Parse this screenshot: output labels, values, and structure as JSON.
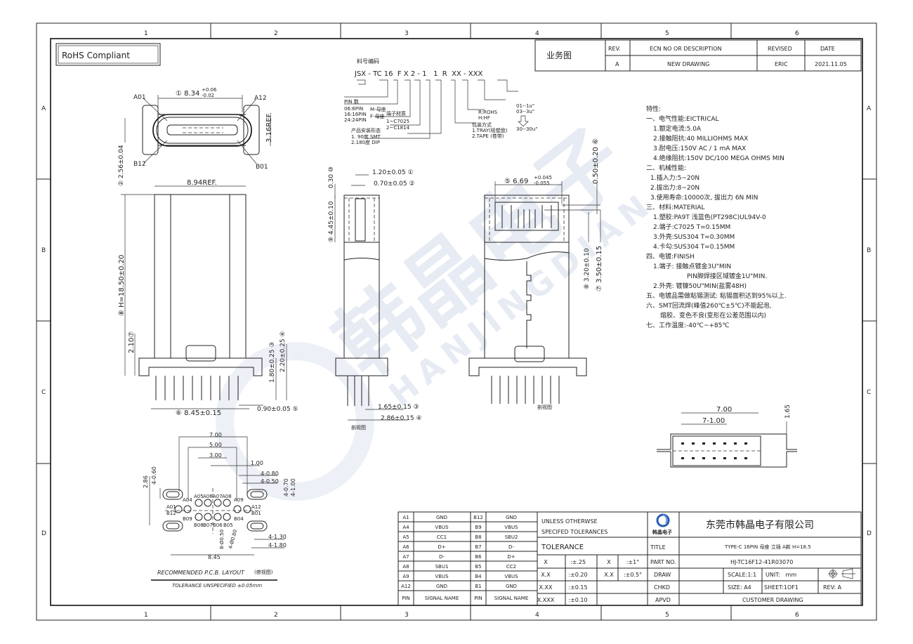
{
  "frame": {
    "columns": [
      "1",
      "2",
      "3",
      "4",
      "5",
      "6"
    ],
    "rows": [
      "A",
      "B",
      "C",
      "D"
    ]
  },
  "rohs": "RoHS Compliant",
  "header": {
    "doc_type": "业务图",
    "rev_table": {
      "headers": [
        "REV.",
        "ECN NO OR DESCRIPTION",
        "REVISED",
        "DATE"
      ],
      "row": [
        "A",
        "NEW DRAWING",
        "ERIC",
        "2021.11.05"
      ]
    }
  },
  "part_code": {
    "title": "料号编码",
    "code": "JSX - TC 16  F X 2 - 1   1  R  XX - XXX",
    "notes": {
      "pin_title": "PIN 数",
      "pin_opts": [
        "06:6PIN",
        "16:16PIN",
        "24:24PIN"
      ],
      "fx": [
        "M-母座",
        "F-母座"
      ],
      "material_title": "端子材质",
      "material_opts": [
        "1~C7025",
        "2~C1814"
      ],
      "mount_title": "产品安装形态",
      "mount_opts": [
        "1. 90度 SMT",
        "2.180度 DIP"
      ],
      "env_opts": [
        "R:ROHS",
        "H:HF"
      ],
      "pack_title": "包装方式",
      "pack_opts": [
        "1.TRAY(吸塑盘)",
        "2.TAPE (卷带)"
      ],
      "plating_opts": [
        "01--1u\"",
        "03--3u\""
      ],
      "plating_end": "30--30u\""
    }
  },
  "specs": {
    "title": "特性:",
    "lines": [
      "一、电气性能:EICTRICAL",
      "1.额定电流:5.0A",
      "2.接触阻抗:40 MILLIOHMS MAX",
      "3.耐电压:150V AC / 1 mA MAX",
      "4.绝缘阻抗:150V DC/100 MEGA OHMS MIN",
      "二、机械性能:",
      "1.插入力:5~20N",
      "2.拔出力:8~20N",
      "3.使用寿命:10000次, 拔出力 6N MIN",
      "三、材料:MATERIAL",
      "1.塑胶:PA9T 浅蓝色(PT298C)UL94V-0",
      "2.端子:C7025 T=0.15MM",
      "3.外壳:SUS304 T=0.30MM",
      "4.卡勾:SUS304 T=0.15MM",
      "四、电镀:FINISH",
      "1.端子: 接触点镀金3U\"MIN",
      "PIN脚焊接区域镀金1U\"MIN.",
      "2.外壳: 镀镍50U\"MIN(盐雾48H)",
      "五、电镀品需做粘锡测试: 粘锡面积达到95%以上.",
      "六、SMT回流焊(峰值260℃±5℃)不能起泡,",
      "熔胶、变色不良(变形在公差范围以内)",
      "七、工作温度:-40℃~+85℃"
    ]
  },
  "front_view": {
    "width_dim": "① 8.34",
    "width_tol_up": "+0.06",
    "width_tol_dn": "-0.02",
    "a01": "A01",
    "a12": "A12",
    "b12": "B12",
    "b01": "B01",
    "height_ref": "3.16REF.",
    "height_dim": "② 2.56±0.04"
  },
  "top_view": {
    "width_ref": "8.94REF.",
    "h_dim": "⑧ H=18.50±0.20",
    "d7": "2.10⑦",
    "d3": "1.80±0.25 ③",
    "d4": "2.20±0.25 ④",
    "d6": "⑥ 8.45±0.15",
    "d5": "0.90±0.05 ⑤"
  },
  "side_view": {
    "d10": "0.30 ⑩",
    "d1": "1.20±0.05 ①",
    "d2": "0.70±0.05 ②",
    "d9": "⑨ 4.45±0.10",
    "d3": "1.65±0.15 ③",
    "d4": "2.86±0.15 ④",
    "caption": "剖视图"
  },
  "rear_view": {
    "d5": "⑤ 6.69",
    "d5_up": "+0.045",
    "d5_dn": "-0.055",
    "d6": "0.50±0.20 ⑥",
    "d8": "⑧ 3.20±0.10",
    "d7": "⑦ 3.50±0.15",
    "caption": "剖视图"
  },
  "bottom_view": {
    "d_total": "7.00",
    "d_pitch": "7-1.00",
    "d_h": "1.65"
  },
  "pcb": {
    "d700": "7.00",
    "d500": "5.00",
    "d300": "3.00",
    "d100": "1.00",
    "d080": "4-0.80",
    "d050": "4-0.50",
    "d070": "4-0.70",
    "d1v": "4-1.00",
    "d060": "4-0.60",
    "d286": "2.86",
    "d130": "4-1.30",
    "d180": "4-1.80",
    "d845": "8.45",
    "hole1": "8-Ø0.50",
    "hole2": "4-Ø0.80",
    "top_pads": [
      "A05",
      "A06",
      "A07",
      "A08"
    ],
    "bottom_pads": [
      "B08",
      "B07",
      "B06",
      "B05"
    ],
    "a04": "A04",
    "a09": "A09",
    "b09": "B09",
    "b04": "B04",
    "a01": "A01",
    "b12": "B12",
    "a12": "A12",
    "b01": "B01",
    "title": "RECOMMENDED  P.C.B. LAYOUT",
    "title_note": "(俯视图)",
    "tolerance": "TOLERANCE UNSPECIFIED ±0.05mm"
  },
  "pin_table": {
    "rows": [
      [
        "A1",
        "GND",
        "B12",
        "GND"
      ],
      [
        "A4",
        "VBUS",
        "B9",
        "VBUS"
      ],
      [
        "A5",
        "CC1",
        "B8",
        "SBU2"
      ],
      [
        "A6",
        "D+",
        "B7",
        "D-"
      ],
      [
        "A7",
        "D-",
        "B6",
        "D+"
      ],
      [
        "A8",
        "SBU1",
        "B5",
        "CC2"
      ],
      [
        "A9",
        "VBUS",
        "B4",
        "VBUS"
      ],
      [
        "A12",
        "GND",
        "B1",
        "GND"
      ],
      [
        "PIN",
        "SIGNAL NAME",
        "PIN",
        "SIGNAL NAME"
      ]
    ]
  },
  "title_block": {
    "unless1": "UNLESS OTHERWSE",
    "unless2": "SPECIFED TOLERANCES",
    "tolerance": "TOLERANCE",
    "tol_rows": [
      [
        "X",
        ":±.25",
        "X",
        ":±1°"
      ],
      [
        "X.X",
        ":±0.20",
        "X.X",
        ":±0.5°"
      ],
      [
        "X.XX",
        ":±0.15",
        "",
        ""
      ],
      [
        "X.XXX",
        ":±0.10",
        "",
        ""
      ]
    ],
    "logo_text": "韩晶电子",
    "labels": [
      "TITLE",
      "PART NO.",
      "DRAW",
      "CHKD",
      "APVD"
    ],
    "company": "东莞市韩晶电子有限公司",
    "title_value": "TYPE-C 16PIN 母座 立插 A款 H=18.5",
    "part_no": "HJ-TC16F12-41R03070",
    "scale": "SCALE:1:1",
    "unit": "UNIT:   mm",
    "size": "SIZE: A4",
    "sheet": "SHEET:1OF1",
    "rev": "REV: A",
    "customer": "CUSTOMER DRAWING"
  },
  "watermark": {
    "cn": "韩晶电子",
    "en": "HANJINGDIAN"
  }
}
